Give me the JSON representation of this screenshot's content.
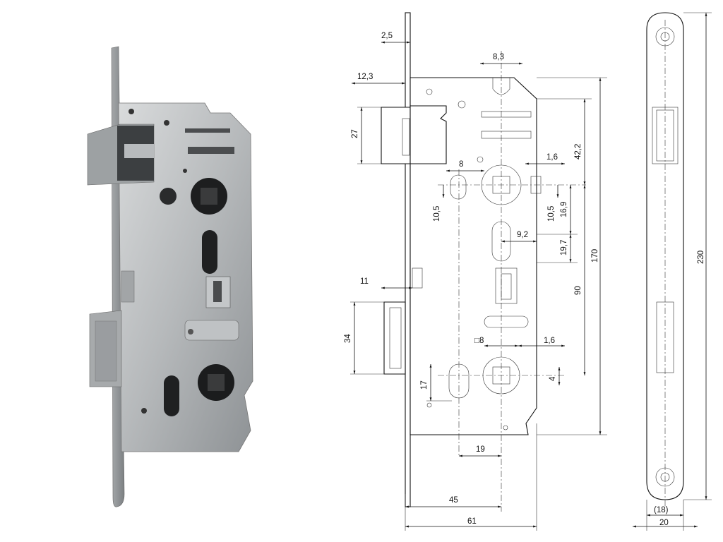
{
  "photo": {
    "subject": "mortise lock photo"
  },
  "drawing": {
    "faceplate_thickness": "2,5",
    "follower_pos": "8,3",
    "latch_projection": "12,3",
    "latch_height": "27",
    "cylinder_dim": "8",
    "dim_42_2": "42,2",
    "dim_1_6_top": "1,6",
    "dim_10_5_left": "10,5",
    "dim_10_5_right": "10,5",
    "dim_16_9": "16,9",
    "dim_9_2": "9,2",
    "dim_19_7": "19,7",
    "dim_170": "170",
    "dim_90": "90",
    "bolt_projection": "11",
    "bolt_height": "34",
    "square_8": "□8",
    "dim_1_6_bottom": "1,6",
    "dim_17": "17",
    "dim_4": "4",
    "dim_19": "19",
    "backset_45": "45",
    "depth_61": "61"
  },
  "faceplate": {
    "length": "230",
    "width_inner": "(18)",
    "width": "20"
  }
}
